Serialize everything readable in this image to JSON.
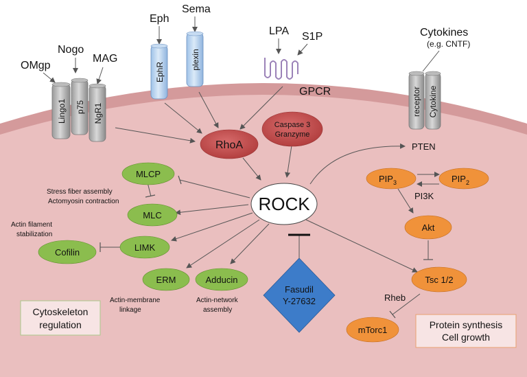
{
  "colors": {
    "cell": "#e7b9b9",
    "membrane": "#d9999a",
    "green": "#8bbd4e",
    "orange": "#f0923a",
    "red": "#c54a4a",
    "blue": "#3d7cc9",
    "box_green": "#a8c98a",
    "box_orange": "#e8a070"
  },
  "ligands": {
    "omgp": "OMgp",
    "nogo": "Nogo",
    "mag": "MAG",
    "eph": "Eph",
    "sema": "Sema",
    "lpa": "LPA",
    "s1p": "S1P",
    "cytokines": "Cytokines",
    "cytokines_eg": "(e.g. CNTF)"
  },
  "receptors": {
    "lingo1": "Lingo1",
    "p75": "p75",
    "ngr1": "NgR1",
    "ephr": "EphR",
    "plexin": "plexin",
    "gpcr": "GPCR",
    "receptor": "receptor",
    "cytokine": "Cytokine"
  },
  "nodes": {
    "rhoa": "RhoA",
    "caspase1": "Caspase 3",
    "caspase2": "Granzyme",
    "rock": "ROCK",
    "mlcp": "MLCP",
    "mlc": "MLC",
    "limk": "LIMK",
    "cofilin": "Cofilin",
    "erm": "ERM",
    "adducin": "Adducin",
    "pten": "PTEN",
    "pip3": "PIP",
    "pip3_sub": "3",
    "pip2": "PIP",
    "pip2_sub": "2",
    "pi3k": "PI3K",
    "akt": "Akt",
    "tsc": "Tsc 1/2",
    "rheb": "Rheb",
    "mtorc1": "mTorc1",
    "fasudil": "Fasudil",
    "y27632": "Y-27632"
  },
  "annotations": {
    "stress1": "Stress fiber assembly",
    "stress2": "Actomyosin contraction",
    "actin1": "Actin filament",
    "actin2": "stabilization",
    "membrane1": "Actin-membrane",
    "membrane2": "linkage",
    "network1": "Actin-network",
    "network2": "assembly"
  },
  "boxes": {
    "cyto1": "Cytoskeleton",
    "cyto2": "regulation",
    "protein1": "Protein synthesis",
    "protein2": "Cell growth"
  }
}
